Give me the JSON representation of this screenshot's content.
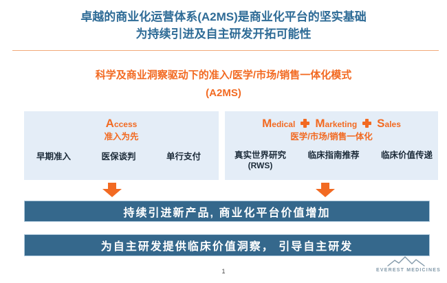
{
  "colors": {
    "title_blue": "#2E6B96",
    "accent_orange": "#F26A22",
    "box_background": "#E4EDF7",
    "bar_background": "#35688C",
    "bar_border": "#AFC9DC",
    "divider_orange": "#F2A878",
    "item_text": "#1C2B39",
    "logo_gray_blue": "#8299A9"
  },
  "title": {
    "line1": "卓越的商业化运营体系(A2MS)是商业化平台的坚实基础",
    "line2": "为持续引进及自主研发开拓可能性"
  },
  "subtitle": {
    "line1": "科学及商业洞察驱动下的准入/医学/市场/销售一体化模式",
    "line2": "(A2MS)"
  },
  "access_box": {
    "title_initial": "A",
    "title_rest": "ccess",
    "subtitle": "准入为先",
    "items": [
      "早期准入",
      "医保谈判",
      "单行支付"
    ]
  },
  "mms_box": {
    "words": [
      {
        "initial": "M",
        "rest": "edical"
      },
      {
        "initial": "M",
        "rest": "arketing"
      },
      {
        "initial": "S",
        "rest": "ales"
      }
    ],
    "subtitle": "医学/市场/销售一体化",
    "items": [
      {
        "line1": "真实世界研究",
        "line2": "(RWS)"
      },
      {
        "line1": "临床指南推荐",
        "line2": ""
      },
      {
        "line1": "临床价值传递",
        "line2": ""
      }
    ]
  },
  "outcome_bars": {
    "bar1": "持续引进新产品, 商业化平台价值增加",
    "bar2": "为自主研发提供临床价值洞察， 引导自主研发"
  },
  "footer": {
    "page_number": "1",
    "logo_text": "EVEREST MEDICINES"
  }
}
